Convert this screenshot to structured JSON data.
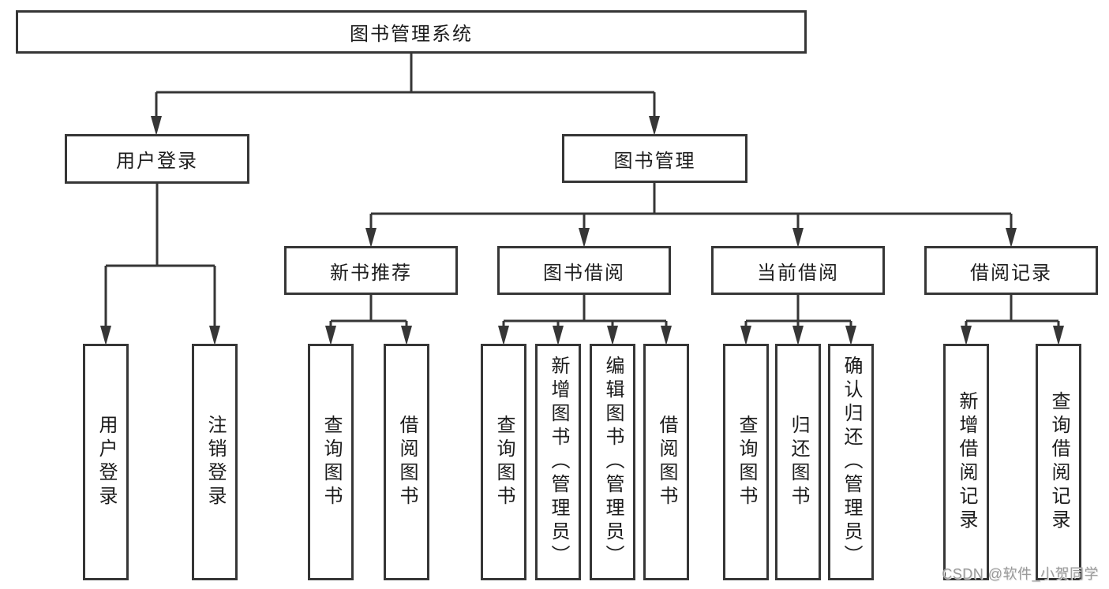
{
  "diagram": {
    "title_node": {
      "label": "图书管理系统"
    },
    "level2": [
      {
        "label": "用户登录"
      },
      {
        "label": "图书管理"
      }
    ],
    "level3": [
      {
        "label": "新书推荐",
        "parent": "图书管理"
      },
      {
        "label": "图书借阅",
        "parent": "图书管理"
      },
      {
        "label": "当前借阅",
        "parent": "图书管理"
      },
      {
        "label": "借阅记录",
        "parent": "图书管理"
      }
    ],
    "leaves": [
      {
        "label": "用户登录",
        "parent": "用户登录"
      },
      {
        "label": "注销登录",
        "parent": "用户登录"
      },
      {
        "label": "查询图书",
        "parent": "新书推荐"
      },
      {
        "label": "借阅图书",
        "parent": "新书推荐"
      },
      {
        "label": "查询图书",
        "parent": "图书借阅"
      },
      {
        "label": "新增图书（管理员）",
        "parent": "图书借阅"
      },
      {
        "label": "编辑图书（管理员）",
        "parent": "图书借阅"
      },
      {
        "label": "借阅图书",
        "parent": "图书借阅"
      },
      {
        "label": "查询图书",
        "parent": "当前借阅"
      },
      {
        "label": "归还图书",
        "parent": "当前借阅"
      },
      {
        "label": "确认归还（管理员）",
        "parent": "当前借阅"
      },
      {
        "label": "新增借阅记录",
        "parent": "借阅记录"
      },
      {
        "label": "查询借阅记录",
        "parent": "借阅记录"
      }
    ]
  },
  "watermark": {
    "text": "CSDN @软件_小贺同学"
  },
  "colors": {
    "line": "#363636",
    "box_border": "#363636",
    "text": "#1c1c1c",
    "watermark_text": "#9a9a9a",
    "background": "#ffffff"
  }
}
